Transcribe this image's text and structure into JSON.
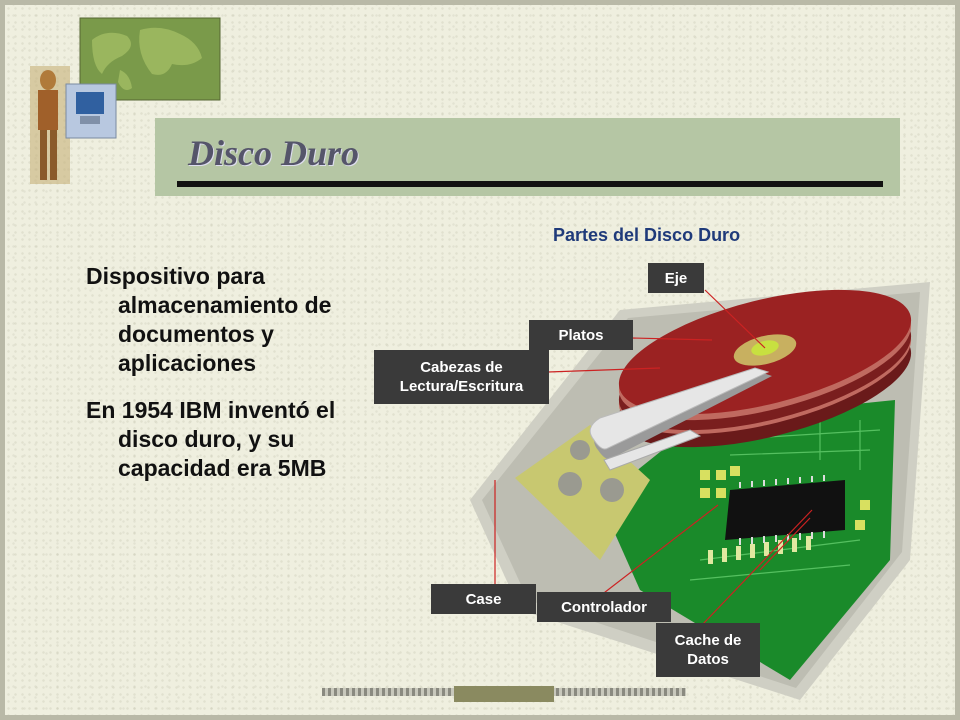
{
  "slide": {
    "title": "Disco Duro",
    "bullets": [
      "Dispositivo para almacenamiento de documentos y aplicaciones",
      "En 1954 IBM inventó el disco duro, y su capacidad era 5MB"
    ]
  },
  "diagram": {
    "caption": "Partes del Disco Duro",
    "labels": {
      "eje": "Eje",
      "platos": "Platos",
      "cabezas_line1": "Cabezas de",
      "cabezas_line2": "Lectura/Escritura",
      "case": "Case",
      "controlador": "Controlador",
      "cache_line1": "Cache de",
      "cache_line2": "Datos"
    }
  },
  "colors": {
    "title_bar": "#b5c6a4",
    "platter": "#9b2222",
    "board": "#1a8a2a",
    "label_bg": "#3a3a3a",
    "caption_text": "#1f3a7a"
  }
}
